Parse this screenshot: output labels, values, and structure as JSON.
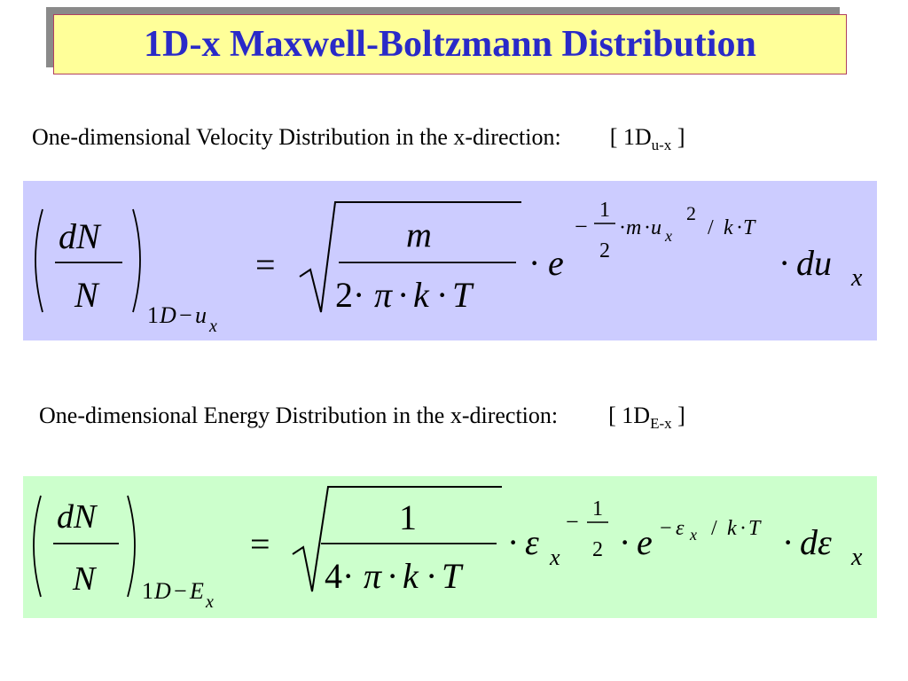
{
  "title": "1D-x Maxwell-Boltzmann Distribution",
  "velocity": {
    "caption": "One-dimensional Velocity Distribution in the x-direction:",
    "tag_open": "[ 1D",
    "tag_sub": "u-x",
    "tag_close": " ]"
  },
  "energy": {
    "caption": "One-dimensional Energy Distribution in the x-direction:",
    "tag_open": "[ 1D",
    "tag_sub": "E-x",
    "tag_close": " ]"
  },
  "colors": {
    "title_text": "#2a2ac8",
    "title_bg": "#ffff99",
    "velocity_box_bg": "#ccccff",
    "energy_box_bg": "#ccffcc"
  }
}
